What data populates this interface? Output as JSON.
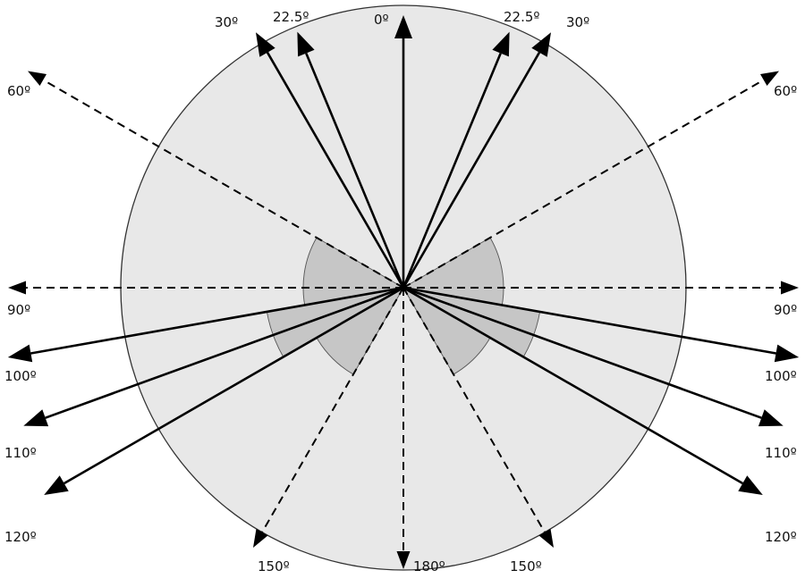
{
  "colors": {
    "disk_fill": "#e8e8e8",
    "disk_stroke": "#333333",
    "sector_fill": "#c6c6c6",
    "line": "#000000",
    "background": "#ffffff"
  },
  "rays": [
    {
      "angle": 0,
      "style": "solid"
    },
    {
      "angle": 22.5,
      "style": "solid"
    },
    {
      "angle": -22.5,
      "style": "solid"
    },
    {
      "angle": 30,
      "style": "solid"
    },
    {
      "angle": -30,
      "style": "solid"
    },
    {
      "angle": 60,
      "style": "dashed"
    },
    {
      "angle": -60,
      "style": "dashed"
    },
    {
      "angle": 90,
      "style": "dashed"
    },
    {
      "angle": -90,
      "style": "dashed"
    },
    {
      "angle": 100,
      "style": "solid"
    },
    {
      "angle": -100,
      "style": "solid"
    },
    {
      "angle": 110,
      "style": "solid"
    },
    {
      "angle": -110,
      "style": "solid"
    },
    {
      "angle": 120,
      "style": "solid"
    },
    {
      "angle": -120,
      "style": "solid"
    },
    {
      "angle": 150,
      "style": "dashed"
    },
    {
      "angle": -150,
      "style": "dashed"
    },
    {
      "angle": 180,
      "style": "dashed"
    }
  ],
  "sectors": [
    {
      "from": 60,
      "to": 150
    },
    {
      "from": -60,
      "to": -150
    },
    {
      "from": 100,
      "to": 120
    },
    {
      "from": -100,
      "to": -120
    }
  ],
  "labels": [
    {
      "id": "30-left",
      "text": "30º"
    },
    {
      "id": "22-left",
      "text": "22.5º"
    },
    {
      "id": "0-top",
      "text": "0º"
    },
    {
      "id": "22-right",
      "text": "22.5º"
    },
    {
      "id": "30-right",
      "text": "30º"
    },
    {
      "id": "60-left",
      "text": "60º"
    },
    {
      "id": "60-right",
      "text": "60º"
    },
    {
      "id": "90-left",
      "text": "90º"
    },
    {
      "id": "90-right",
      "text": "90º"
    },
    {
      "id": "100-left",
      "text": "100º"
    },
    {
      "id": "100-right",
      "text": "100º"
    },
    {
      "id": "110-left",
      "text": "110º"
    },
    {
      "id": "110-right",
      "text": "110º"
    },
    {
      "id": "120-left",
      "text": "120º"
    },
    {
      "id": "120-right",
      "text": "120º"
    },
    {
      "id": "150-left",
      "text": "150º"
    },
    {
      "id": "180-bottom",
      "text": "180º"
    },
    {
      "id": "150-right",
      "text": "150º"
    }
  ]
}
